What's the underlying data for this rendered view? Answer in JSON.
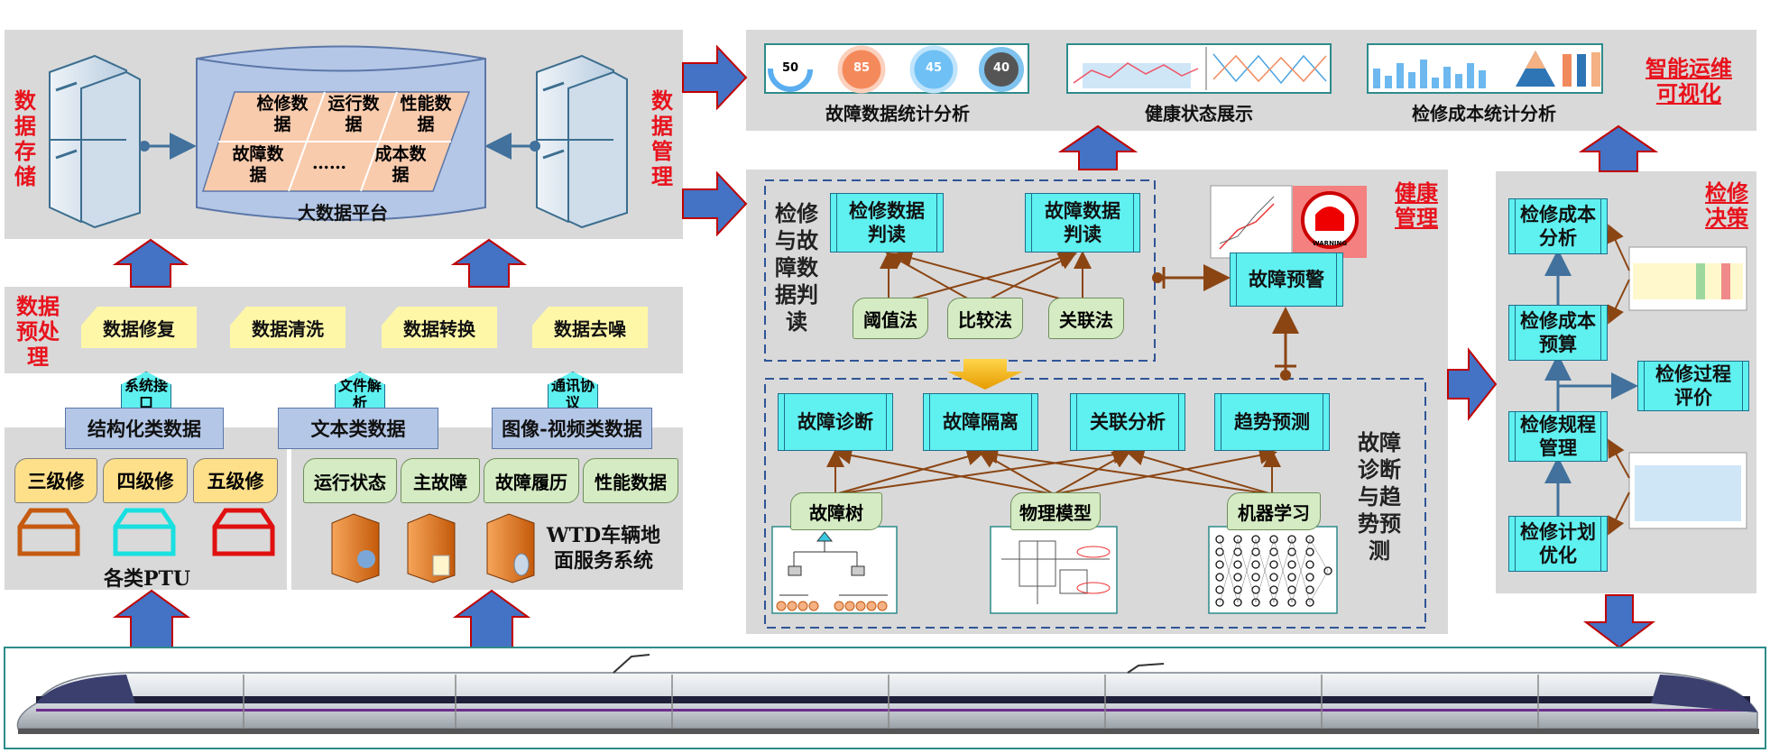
{
  "labels": {
    "storage": "数据存储",
    "management": "数据管理",
    "preprocessing": "数据预处理",
    "smart_ops": "智能运维可视化",
    "health_mgmt": "健康管理",
    "maintenance_decision": "检修决策"
  },
  "bigdata": {
    "title": "大数据平台",
    "cells": [
      "检修数据",
      "运行数据",
      "性能数据",
      "故障数据",
      "……",
      "成本数据"
    ]
  },
  "preprocess_steps": [
    "数据修复",
    "数据清洗",
    "数据转换",
    "数据去噪"
  ],
  "interfaces": [
    "系统接口",
    "文件解析",
    "通讯协议"
  ],
  "data_types": [
    "结构化类数据",
    "文本类数据",
    "图像-视频类数据"
  ],
  "maint_levels": [
    "三级修",
    "四级修",
    "五级修"
  ],
  "ptu_caption": "各类PTU",
  "run_data": [
    "运行状态",
    "主故障",
    "故障履历",
    "性能数据"
  ],
  "wtd_caption": "WTD车辆地面服务系统",
  "viz": {
    "items": [
      "故障数据统计分析",
      "健康状态展示",
      "检修成本统计分析"
    ],
    "donuts": [
      "50",
      "85",
      "45",
      "40"
    ]
  },
  "judge": {
    "side_label": "检修与故障数据判读",
    "boxes": [
      "检修数据判读",
      "故障数据判读"
    ],
    "methods": [
      "阈值法",
      "比较法",
      "关联法"
    ]
  },
  "warning": {
    "box": "故障预警",
    "icon_text": "WARNING"
  },
  "diagnosis": {
    "side_label": "故障诊断与趋势预测",
    "boxes": [
      "故障诊断",
      "故障隔离",
      "关联分析",
      "趋势预测"
    ],
    "methods": [
      "故障树",
      "物理模型",
      "机器学习"
    ]
  },
  "decision": {
    "boxes": [
      "检修成本分析",
      "检修成本预算",
      "检修规程管理",
      "检修计划优化"
    ],
    "side_box": "检修过程评价"
  },
  "colors": {
    "panel": "#d9d9d9",
    "red_label": "#e8121c",
    "cyan": "#5ff0f0",
    "blue_arrow": "#4472c4",
    "arrow_border": "#c00000",
    "brown_arrow": "#8b4513"
  }
}
